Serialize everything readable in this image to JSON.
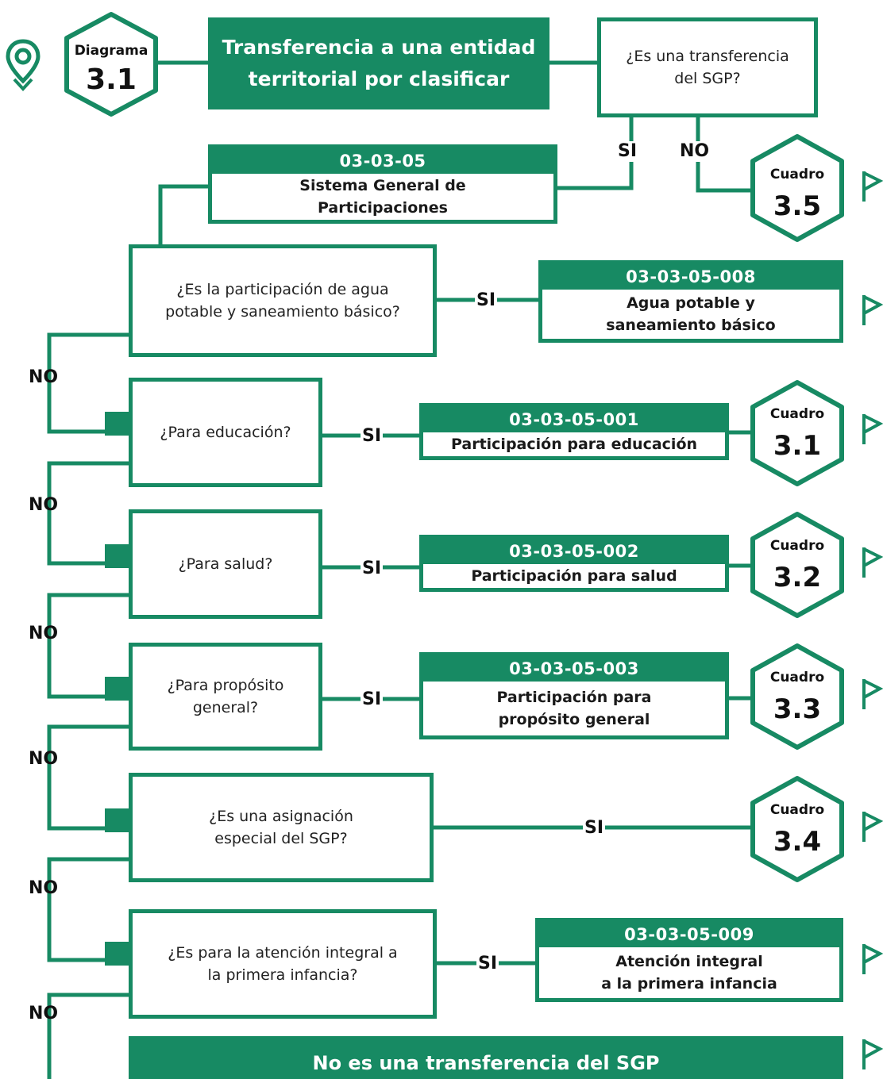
{
  "colors": {
    "accent": "#178a63",
    "text": "#1a1a1a",
    "background": "#ffffff"
  },
  "diagram_badge": {
    "label": "Diagrama",
    "number": "3.1",
    "icon": "location-pin-icon"
  },
  "start": {
    "title": "Transferencia a una entidad\nterritorial por clasificar"
  },
  "questions": {
    "q_sgp": "¿Es una transferencia\ndel SGP?",
    "q_agua": "¿Es la participación de agua\npotable y saneamiento básico?",
    "q_educacion": "¿Para educación?",
    "q_salud": "¿Para salud?",
    "q_proposito": "¿Para propósito\ngeneral?",
    "q_asignacion": "¿Es una asignación\nespecial del SGP?",
    "q_infancia": "¿Es para la atención integral a\nla primera infancia?"
  },
  "codes": {
    "sgp": {
      "code": "03-03-05",
      "name": "Sistema General de\nParticipaciones"
    },
    "agua": {
      "code": "03-03-05-008",
      "name": "Agua potable y\nsaneamiento básico"
    },
    "educacion": {
      "code": "03-03-05-001",
      "name": "Participación para educación"
    },
    "salud": {
      "code": "03-03-05-002",
      "name": "Participación para salud"
    },
    "proposito": {
      "code": "03-03-05-003",
      "name": "Participación para\npropósito general"
    },
    "infancia": {
      "code": "03-03-05-009",
      "name": "Atención integral\na la primera infancia"
    }
  },
  "cuadros": {
    "c35": {
      "label": "Cuadro",
      "number": "3.5"
    },
    "c31": {
      "label": "Cuadro",
      "number": "3.1"
    },
    "c32": {
      "label": "Cuadro",
      "number": "3.2"
    },
    "c33": {
      "label": "Cuadro",
      "number": "3.3"
    },
    "c34": {
      "label": "Cuadro",
      "number": "3.4"
    }
  },
  "labels": {
    "si": "SI",
    "no": "NO"
  },
  "end": {
    "title": "No es una transferencia del SGP"
  },
  "flag_icon": "flag-icon"
}
